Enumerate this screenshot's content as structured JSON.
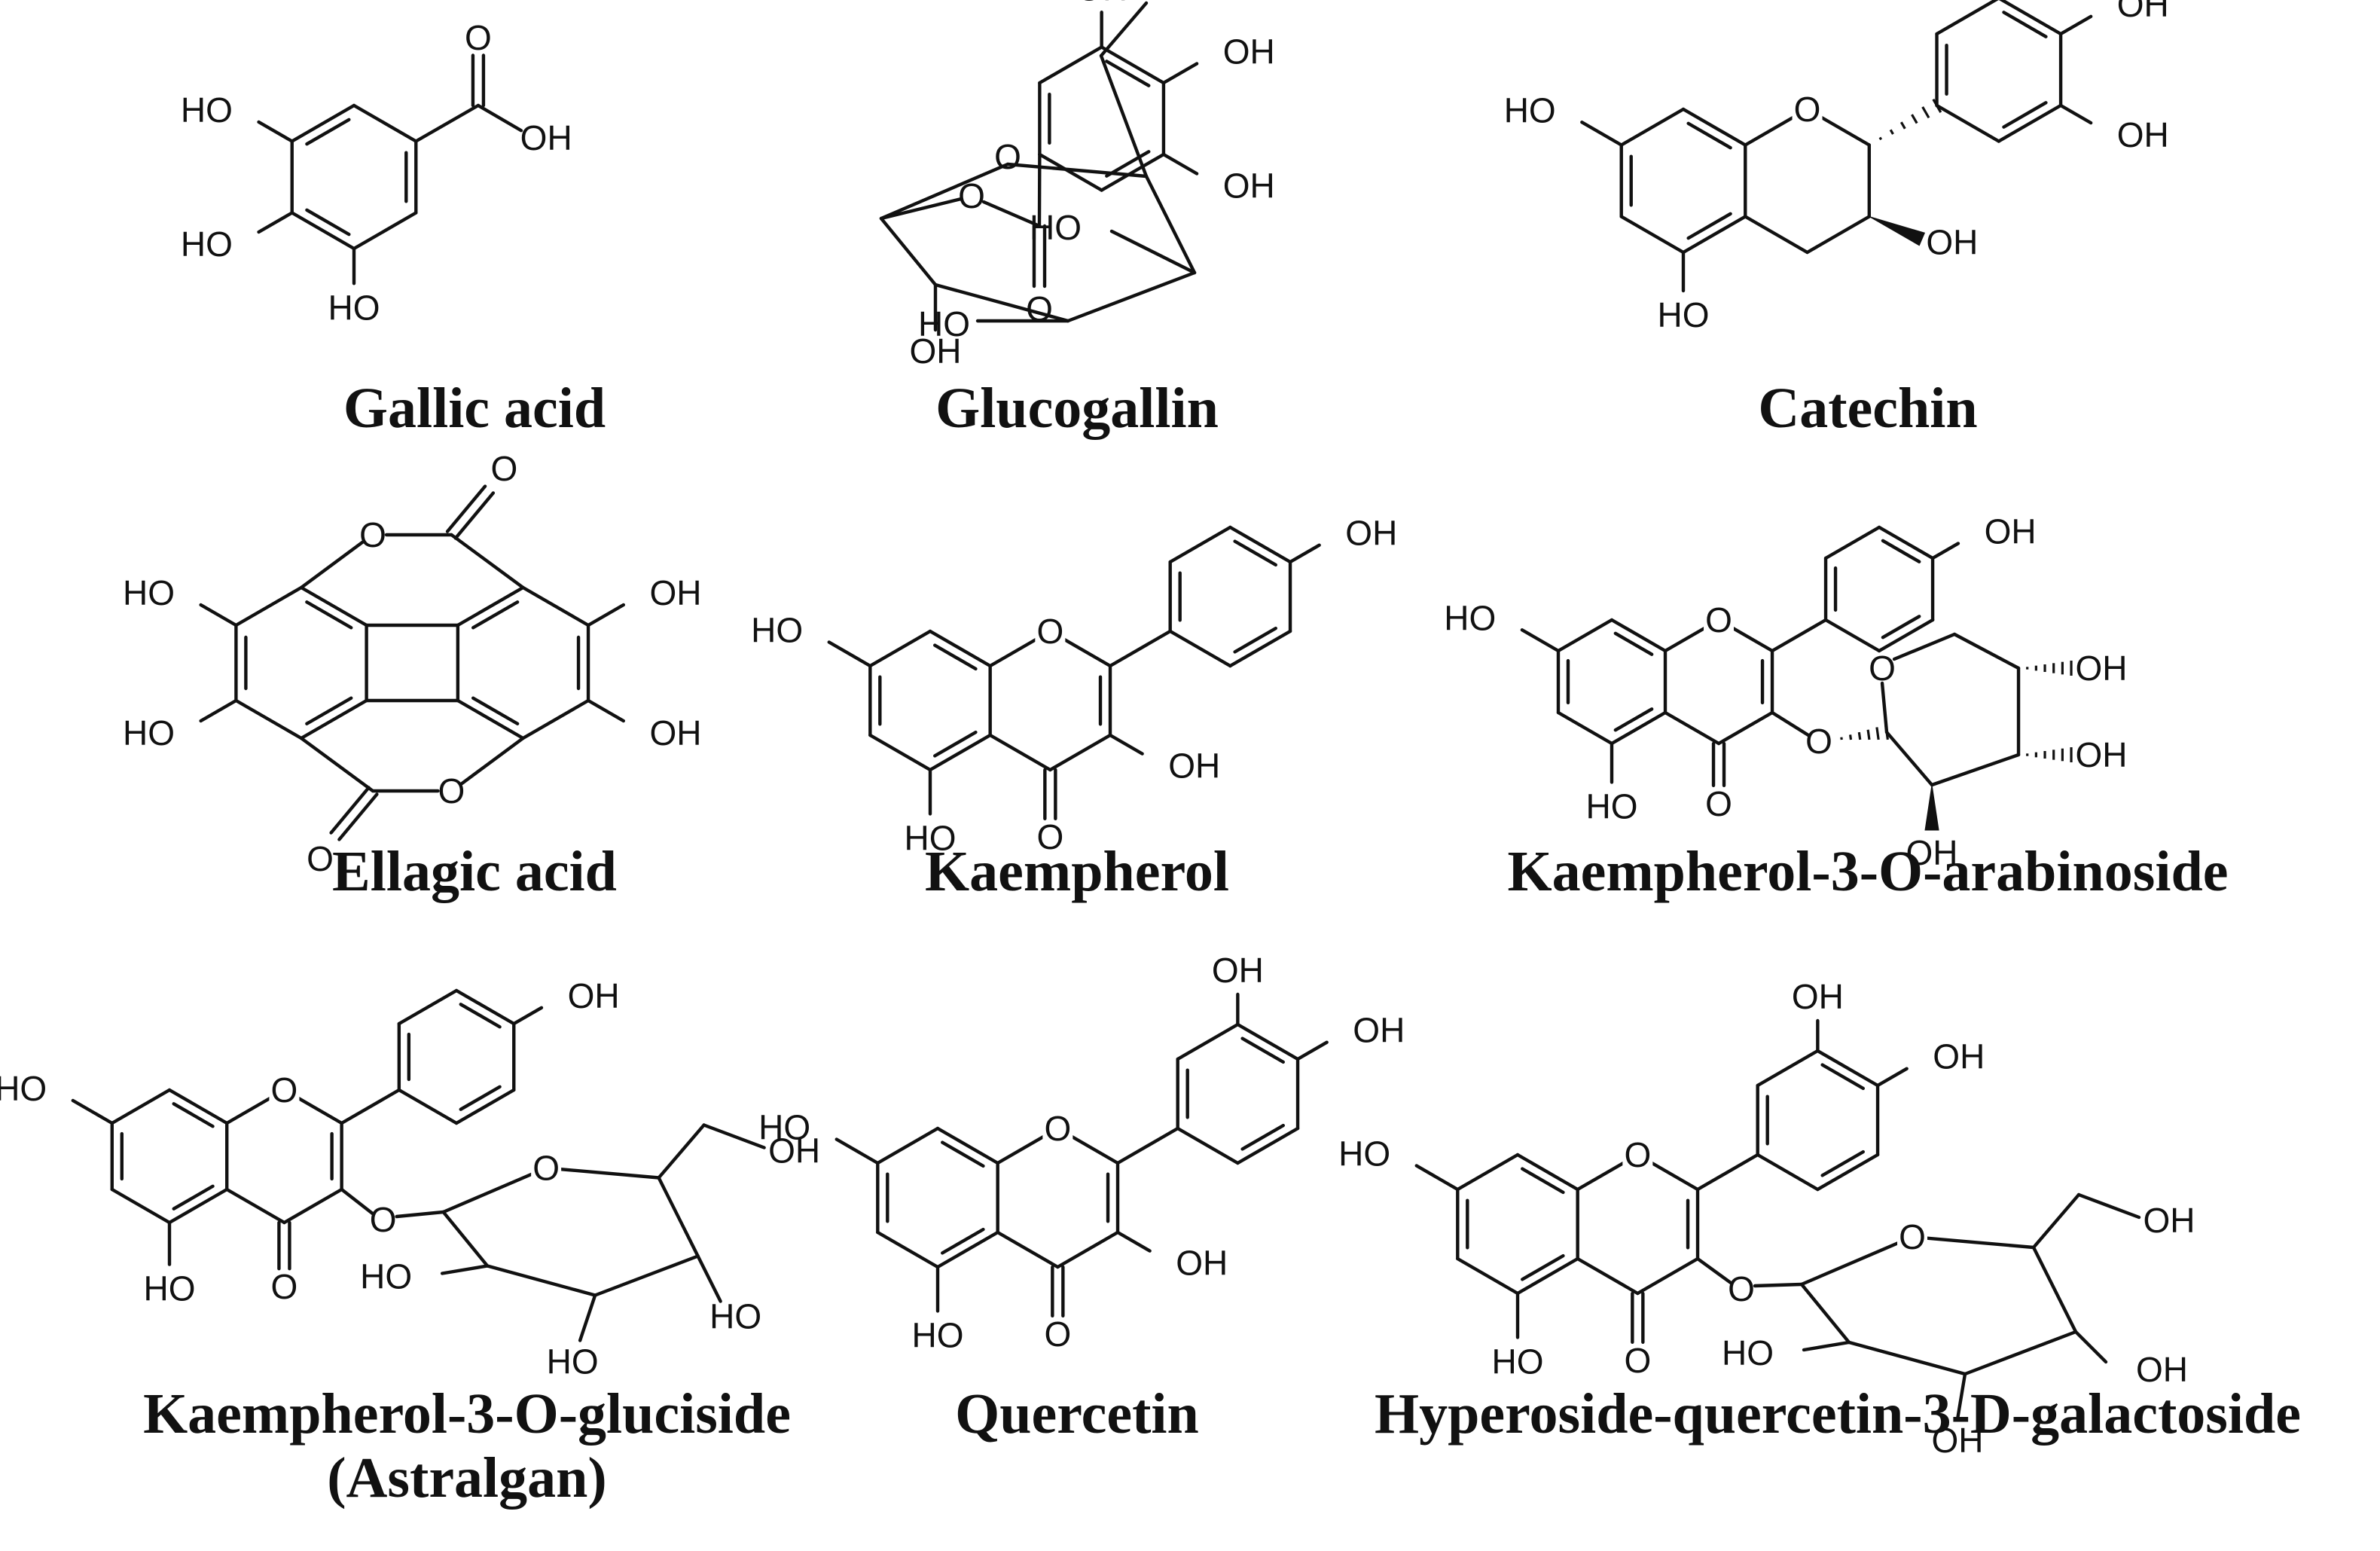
{
  "compounds": [
    {
      "id": "gallic",
      "name": "Gallic acid"
    },
    {
      "id": "glucogallin",
      "name": "Glucogallin"
    },
    {
      "id": "catechin",
      "name": "Catechin"
    },
    {
      "id": "ellagic",
      "name": "Ellagic acid"
    },
    {
      "id": "kaempferol",
      "name": "Kaempherol"
    },
    {
      "id": "k3arab",
      "name": "Kaempherol-3-O-arabinoside"
    },
    {
      "id": "k3gluc",
      "name": "Kaempherol-3-O-gluciside",
      "name2": "(Astralgan)"
    },
    {
      "id": "quercetin",
      "name": "Quercetin"
    },
    {
      "id": "hyperoside",
      "name": "Hyperoside-quercetin-3-D-galactoside"
    }
  ],
  "atoms": {
    "oh_right": "OH",
    "oh_left": "HO",
    "oxygen": "O"
  },
  "style": {
    "ink": "#111111",
    "background": "#ffffff"
  }
}
